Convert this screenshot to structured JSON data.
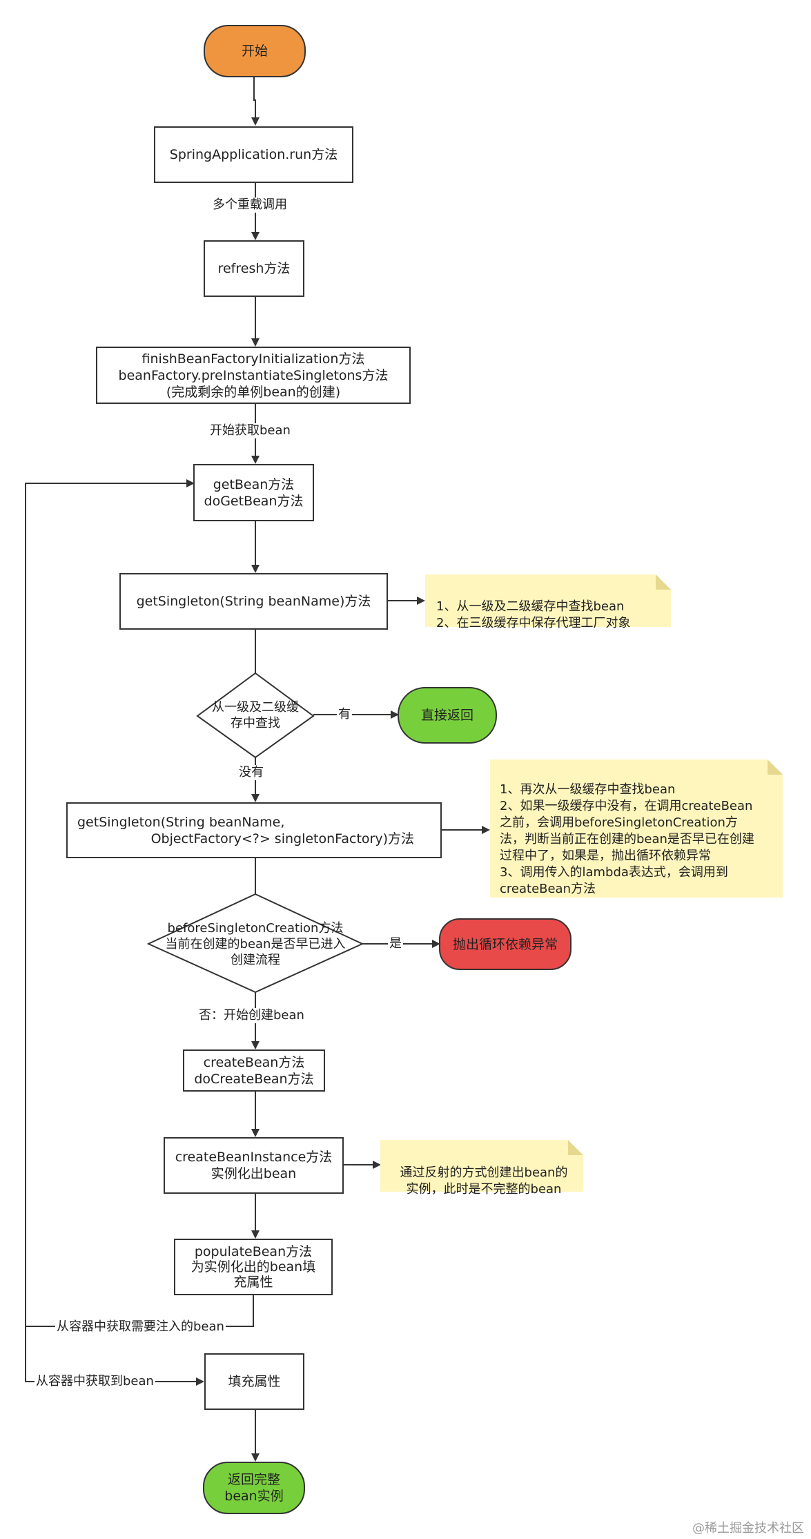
{
  "nodes": {
    "start": "开始",
    "run": "SpringApplication.run方法",
    "refresh": "refresh方法",
    "finish": "finishBeanFactoryInitialization方法\nbeanFactory.preInstantiateSingletons方法\n(完成剩余的单例bean的创建)",
    "getbean": "getBean方法\ndoGetBean方法",
    "getsingleton1": "getSingleton(String beanName)方法",
    "decision_cache": "从一级及二级缓\n存中查找",
    "direct_return": "直接返回",
    "getsingleton2_line1": "getSingleton(String beanName,",
    "getsingleton2_line2": "ObjectFactory<?> singletonFactory)方法",
    "decision_before": "beforeSingletonCreation方法\n当前在创建的bean是否早已进入\n创建流程",
    "throw": "抛出循环依赖异常",
    "createbean": "createBean方法\ndoCreateBean方法",
    "instance": "createBeanInstance方法\n实例化出bean",
    "populate": "populateBean方法\n为实例化出的bean填\n充属性",
    "fill": "填充属性",
    "end": "返回完整\nbean实例"
  },
  "edge_labels": {
    "overload": "多个重载调用",
    "start_get": "开始获取bean",
    "yes_have": "有",
    "no_have": "没有",
    "yes": "是",
    "no_create": "否：开始创建bean",
    "loop_inject": "从容器中获取需要注入的bean",
    "loop_got": "从容器中获取到bean"
  },
  "notes": {
    "note1": "1、从一级及二级缓存中查找bean\n2、在三级缓存中保存代理工厂对象",
    "note2": "1、再次从一级缓存中查找bean\n2、如果一级缓存中没有，在调用createBean\n之前，会调用beforeSingletonCreation方\n法，判断当前正在创建的bean是否早已在创建\n过程中了，如果是，抛出循环依赖异常\n3、调用传入的lambda表达式，会调用到\ncreateBean方法",
    "note3": "通过反射的方式创建出bean的\n实例，此时是不完整的bean"
  },
  "watermark": "@稀土掘金技术社区",
  "colors": {
    "start": "#f0953f",
    "green": "#78cf3c",
    "red": "#e84a49",
    "note": "#fff6bd",
    "stroke": "#333333"
  }
}
